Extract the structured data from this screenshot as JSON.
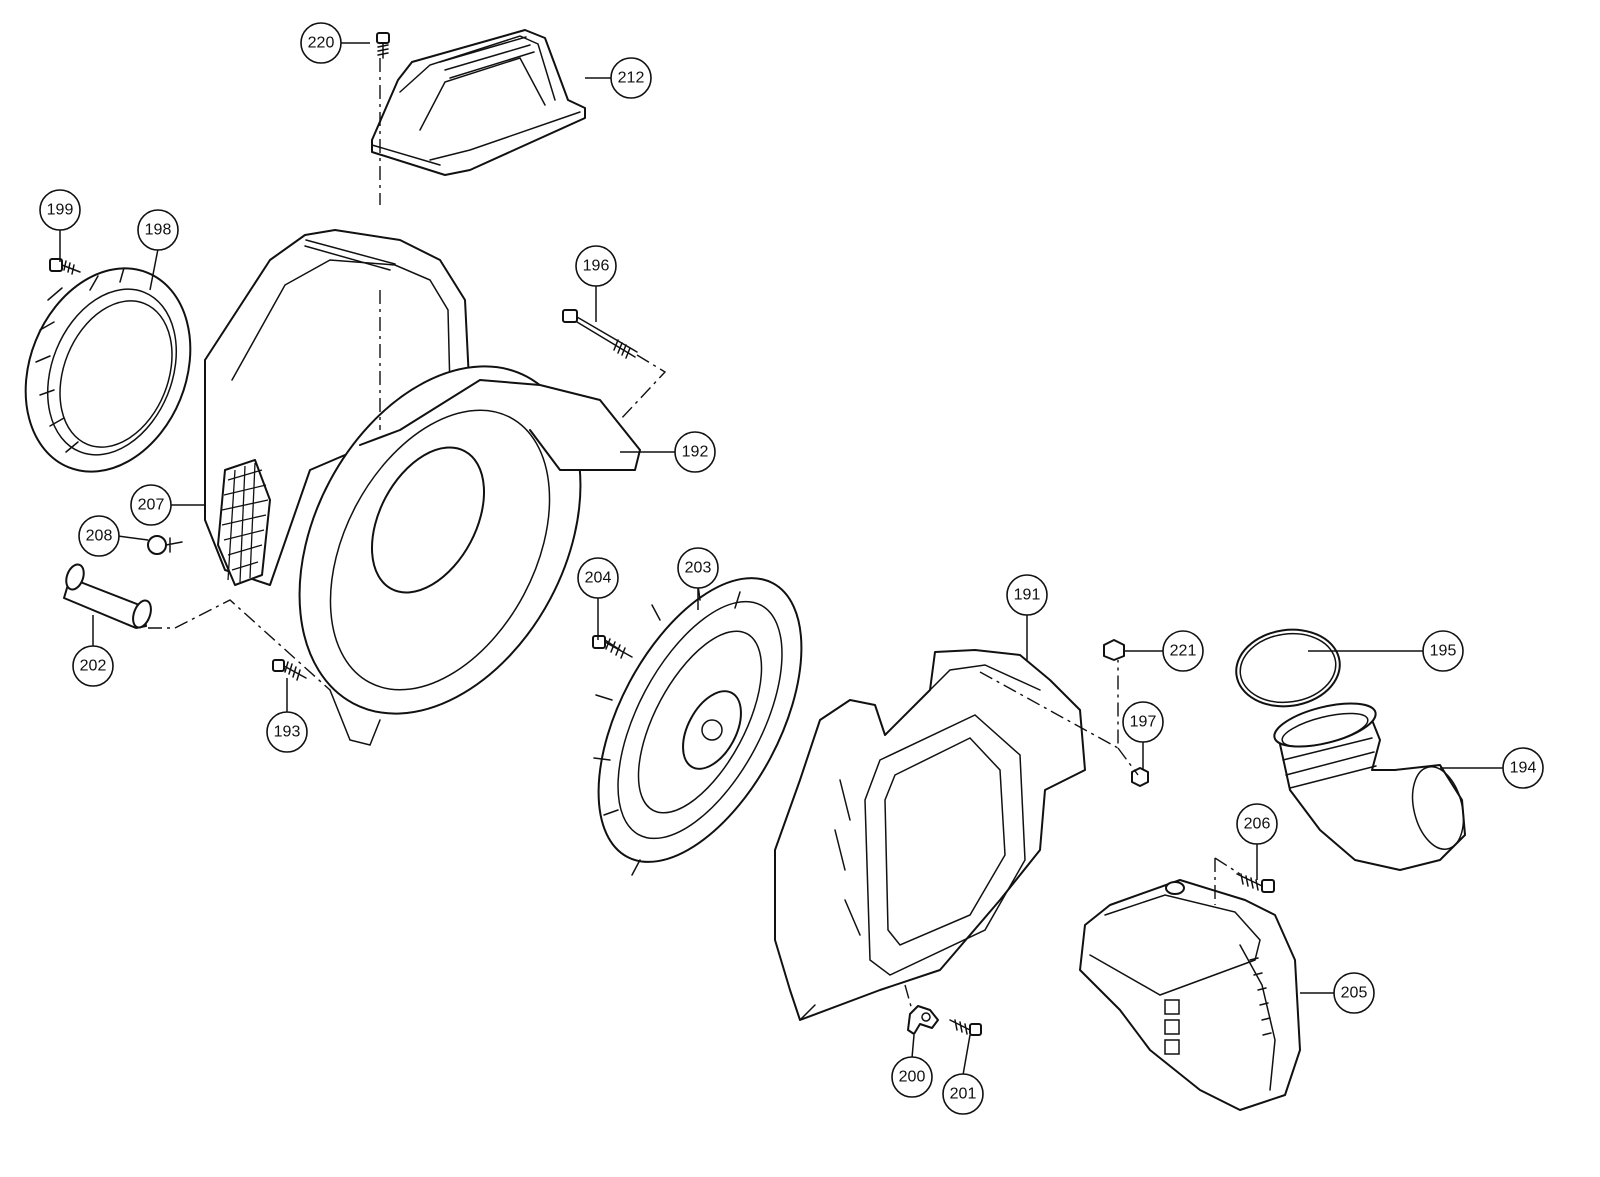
{
  "colors": {
    "line": "#111111",
    "background": "#ffffff"
  },
  "callouts": [
    {
      "id": "c220",
      "label": "220"
    },
    {
      "id": "c212",
      "label": "212"
    },
    {
      "id": "c199",
      "label": "199"
    },
    {
      "id": "c198",
      "label": "198"
    },
    {
      "id": "c196",
      "label": "196"
    },
    {
      "id": "c192",
      "label": "192"
    },
    {
      "id": "c207",
      "label": "207"
    },
    {
      "id": "c208",
      "label": "208"
    },
    {
      "id": "c204",
      "label": "204"
    },
    {
      "id": "c203",
      "label": "203"
    },
    {
      "id": "c202",
      "label": "202"
    },
    {
      "id": "c193",
      "label": "193"
    },
    {
      "id": "c191",
      "label": "191"
    },
    {
      "id": "c221",
      "label": "221"
    },
    {
      "id": "c195",
      "label": "195"
    },
    {
      "id": "c197",
      "label": "197"
    },
    {
      "id": "c194",
      "label": "194"
    },
    {
      "id": "c206",
      "label": "206"
    },
    {
      "id": "c205",
      "label": "205"
    },
    {
      "id": "c200",
      "label": "200"
    },
    {
      "id": "c201",
      "label": "201"
    }
  ]
}
